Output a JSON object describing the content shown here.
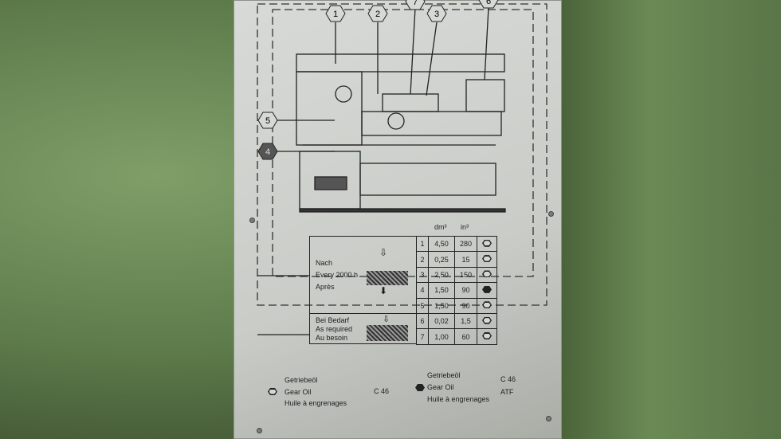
{
  "callouts": [
    "1",
    "2",
    "7",
    "3",
    "6",
    "5",
    "4"
  ],
  "table": {
    "headers": {
      "dm3": "dm³",
      "in3": "in³"
    },
    "periodic_label": [
      "Nach",
      "Every 2000 h",
      "Après"
    ],
    "as_required_label": [
      "Bei Bedarf",
      "As required",
      "Au besoin"
    ],
    "rows": [
      {
        "no": "1",
        "dm3": "4,50",
        "in3": "280",
        "oil": "gear-oil"
      },
      {
        "no": "2",
        "dm3": "0,25",
        "in3": "15",
        "oil": "gear-oil"
      },
      {
        "no": "3",
        "dm3": "2,50",
        "in3": "150",
        "oil": "gear-oil"
      },
      {
        "no": "4",
        "dm3": "1,50",
        "in3": "90",
        "oil": "atf"
      },
      {
        "no": "5",
        "dm3": "1,50",
        "in3": "90",
        "oil": "gear-oil"
      },
      {
        "no": "6",
        "dm3": "0,02",
        "in3": "1,5",
        "oil": "gear-oil"
      },
      {
        "no": "7",
        "dm3": "1,00",
        "in3": "60",
        "oil": "gear-oil"
      }
    ]
  },
  "legend": {
    "left": {
      "de": "Getriebeöl",
      "en": "Gear Oil",
      "fr": "Huile à engrenages",
      "grade": "C 46"
    },
    "right": {
      "de": "Getriebeöl",
      "en": "Gear Oil",
      "fr": "Huile à engrenages",
      "grade1": "C 46",
      "grade2": "ATF"
    }
  }
}
